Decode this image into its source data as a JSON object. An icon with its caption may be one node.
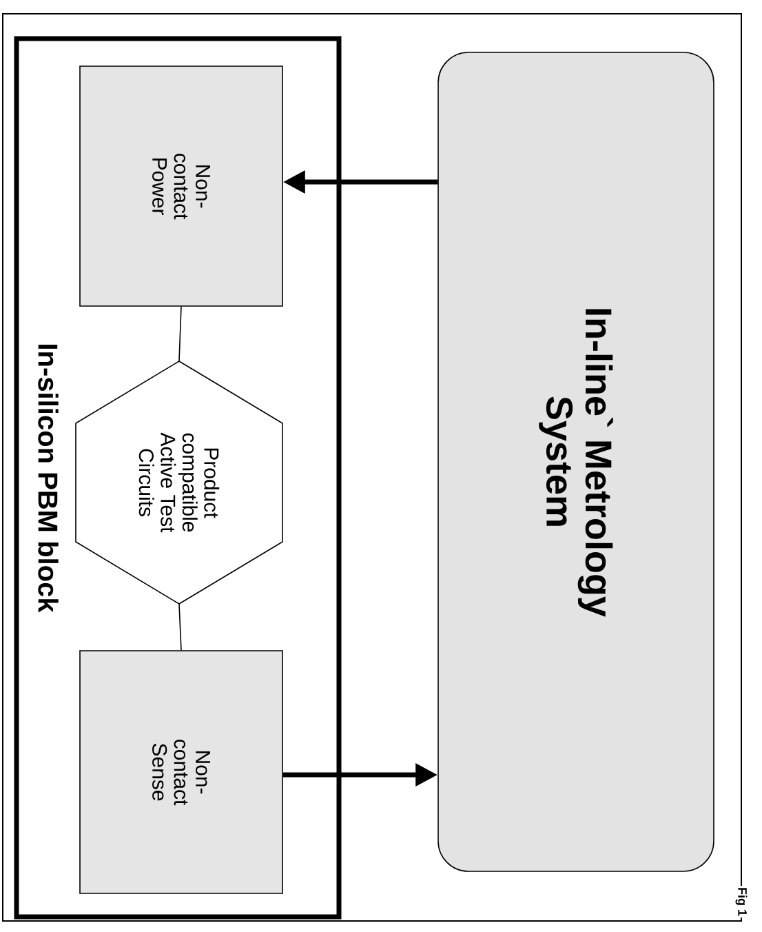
{
  "diagram": {
    "nodes": [
      {
        "text": [
          "In-silicon PBM block"
        ]
      },
      {
        "text": [
          "Non-contact Power"
        ],
        "in": 0
      },
      {
        "text": [
          "Product compatible Active Test Circuits"
        ],
        "in": 0
      },
      {
        "text": [
          "Non-contact Sense"
        ],
        "in": 0
      },
      {
        "text": [
          "In-line` Metrology System"
        ]
      }
    ],
    "edges": [
      {
        "from": 4,
        "to": 1,
        "arrow": "to",
        "style": "thick"
      },
      {
        "from": 1,
        "to": 2,
        "arrow": "none"
      },
      {
        "from": 2,
        "to": 3,
        "arrow": "none"
      },
      {
        "from": 3,
        "to": 4,
        "arrow": "to",
        "style": "thick"
      }
    ],
    "labels": [
      "Fig 1"
    ]
  }
}
